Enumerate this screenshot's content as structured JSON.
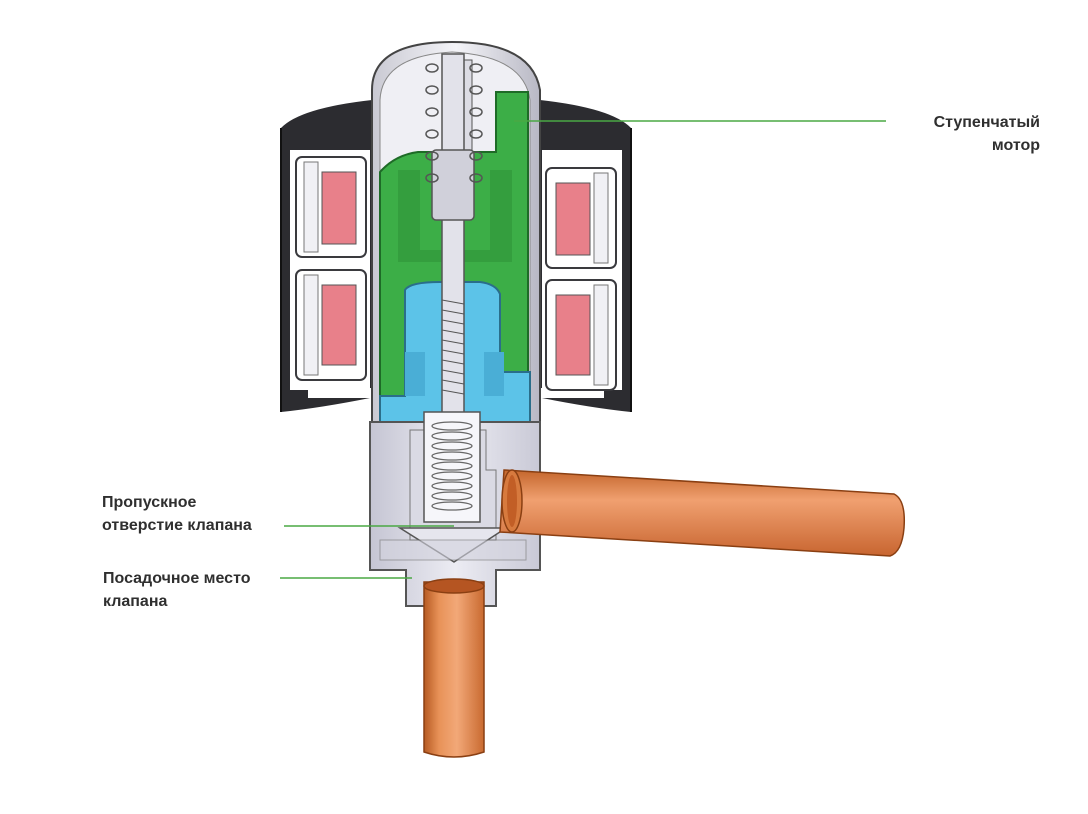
{
  "labels": {
    "stepper_motor": "Ступенчатый\nмотор",
    "valve_orifice": "Пропускное\nотверстие клапана",
    "valve_seat": "Посадочное место\nклапана"
  },
  "colors": {
    "motor_housing": "#303033",
    "coil": "#e8808a",
    "rotor": "#3cae47",
    "spindle_nut": "#5cc3e8",
    "valve_body": "#d9d9e6",
    "copper_pipe": "#e2874a",
    "leader_line": "#4aa844",
    "label_text": "#2f2f2f"
  },
  "icons": [
    "stepper-motor-valve-cutaway"
  ]
}
